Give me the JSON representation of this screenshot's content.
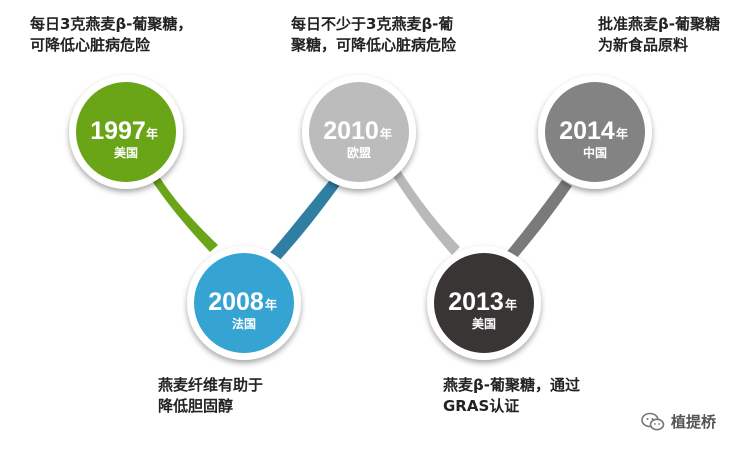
{
  "milestones": [
    {
      "id": "1997",
      "year": "1997",
      "suffix": "年",
      "region": "美国",
      "color": "#6aa518",
      "note": "每日3克燕麦β-葡聚糖，\n可降低心脏病危险"
    },
    {
      "id": "2008",
      "year": "2008",
      "suffix": "年",
      "region": "法国",
      "color": "#35a4d2",
      "note": "燕麦纤维有助于\n降低胆固醇"
    },
    {
      "id": "2010",
      "year": "2010",
      "suffix": "年",
      "region": "欧盟",
      "color": "#bcbcbc",
      "note": "每日不少于3克燕麦β-葡\n聚糖，可降低心脏病危险"
    },
    {
      "id": "2013",
      "year": "2013",
      "suffix": "年",
      "region": "美国",
      "color": "#3a3535",
      "note": "燕麦β-葡聚糖，通过\nGRAS认证"
    },
    {
      "id": "2014",
      "year": "2014",
      "suffix": "年",
      "region": "中国",
      "color": "#838383",
      "note": "批准燕麦β-葡聚糖\n为新食品原料"
    }
  ],
  "watermark": {
    "text": "植提桥",
    "icon": "wechat-icon"
  }
}
